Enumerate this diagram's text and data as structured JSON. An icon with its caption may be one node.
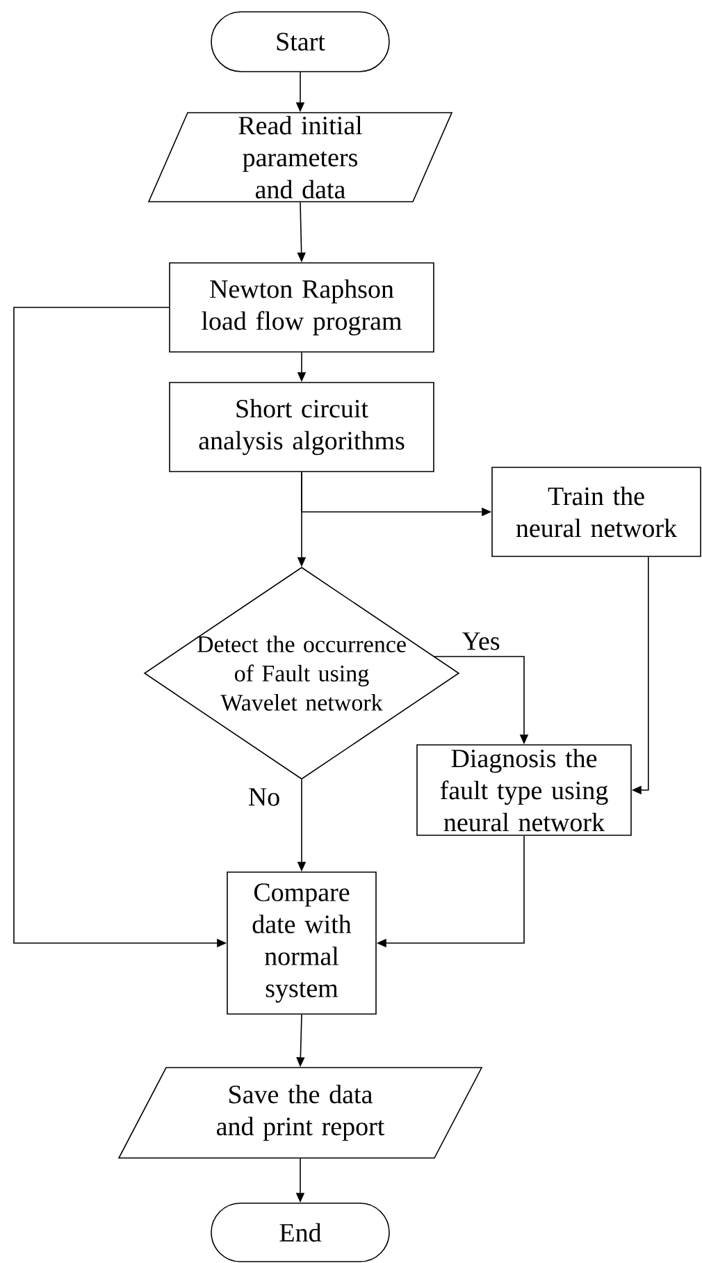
{
  "diagram": {
    "nodes": [
      {
        "text": [
          "Start"
        ]
      },
      {
        "text": [
          "Read initial parameters and data"
        ]
      },
      {
        "text": [
          "Newton Raphson load flow program"
        ]
      },
      {
        "text": [
          "Short circuit analysis algorithms"
        ]
      },
      {
        "text": [
          "Train the neural network"
        ]
      },
      {
        "text": [
          "Detect the occurrence of Fault using Wavelet network"
        ]
      },
      {
        "text": [
          "Diagnosis the fault type using neural network"
        ]
      },
      {
        "text": [
          "Compare date with normal system"
        ]
      },
      {
        "text": [
          "Save the data and print report"
        ]
      },
      {
        "text": [
          "End"
        ]
      }
    ],
    "edges": [
      {
        "from": 0,
        "to": 1,
        "arrow": "to"
      },
      {
        "from": 1,
        "to": 2,
        "arrow": "to"
      },
      {
        "from": 2,
        "to": 3,
        "arrow": "to"
      },
      {
        "from": 3,
        "to": 4,
        "arrow": "to"
      },
      {
        "from": 3,
        "to": 5,
        "arrow": "to"
      },
      {
        "from": 5,
        "to": 6,
        "arrow": "to",
        "label": "Yes"
      },
      {
        "from": 5,
        "to": 7,
        "arrow": "to",
        "label": "No"
      },
      {
        "from": 4,
        "to": 6,
        "arrow": "to"
      },
      {
        "from": 6,
        "to": 7,
        "arrow": "to"
      },
      {
        "from": 2,
        "to": 7,
        "arrow": "to"
      },
      {
        "from": 7,
        "to": 8,
        "arrow": "to"
      },
      {
        "from": 8,
        "to": 9,
        "arrow": "to"
      }
    ]
  }
}
